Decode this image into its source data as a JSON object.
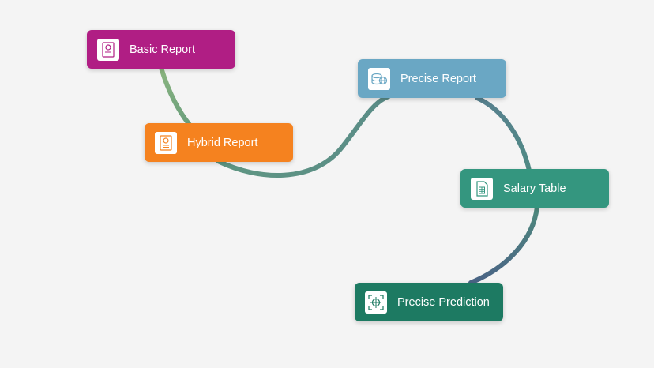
{
  "nodes": {
    "basic_report": {
      "label": "Basic Report",
      "color": "#b01e84",
      "icon": "document-badge-icon"
    },
    "hybrid_report": {
      "label": "Hybrid Report",
      "color": "#f5821f",
      "icon": "document-badge-icon"
    },
    "precise_report": {
      "label": "Precise Report",
      "color": "#6aa7c4",
      "icon": "database-globe-icon"
    },
    "salary_table": {
      "label": "Salary Table",
      "color": "#34967f",
      "icon": "spreadsheet-icon"
    },
    "precise_prediction": {
      "label": "Precise Prediction",
      "color": "#1d7a62",
      "icon": "target-icon"
    }
  },
  "connectors": {
    "colors": [
      "#7aa97c",
      "#5b8f80",
      "#4e7f88",
      "#4b6b86"
    ]
  }
}
